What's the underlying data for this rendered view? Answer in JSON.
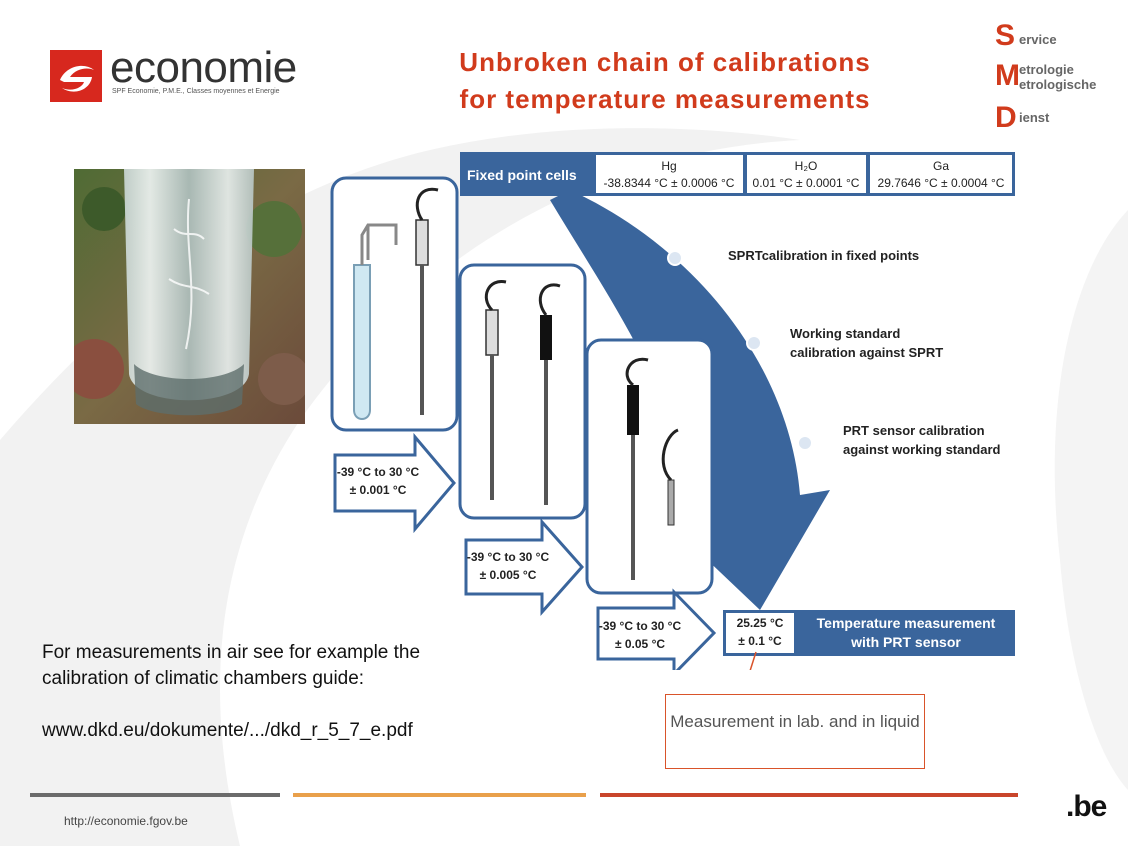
{
  "header": {
    "logo_word": "economie",
    "logo_sub": "SPF Economie, P.M.E., Classes moyennes et Energie",
    "title_line1": "Unbroken chain of calibrations",
    "title_line2": "for temperature measurements"
  },
  "smd_logo": [
    {
      "letter": "S",
      "word": "ervice"
    },
    {
      "letter": "M",
      "word": "etrologie\netrologische"
    },
    {
      "letter": "D",
      "word": "ienst"
    }
  ],
  "diagram": {
    "fixed_point_label": "Fixed point cells",
    "cells": [
      {
        "name": "Hg",
        "value": "-38.8344 °C ± 0.0006 °C"
      },
      {
        "name": "H₂O",
        "value": "0.01 °C ± 0.0001 °C"
      },
      {
        "name": "Ga",
        "value": "29.7646 °C ± 0.0004 °C"
      }
    ],
    "steps": [
      {
        "line1": "SPRTcalibration in fixed points",
        "line2": ""
      },
      {
        "line1": "Working standard",
        "line2": "calibration against SPRT"
      },
      {
        "line1": "PRT sensor calibration",
        "line2": "against working standard"
      }
    ],
    "ranges": [
      {
        "line1": "-39 °C to 30 °C",
        "line2": "± 0.001 °C"
      },
      {
        "line1": "-39 °C to 30 °C",
        "line2": "± 0.005 °C"
      },
      {
        "line1": "-39 °C to 30 °C",
        "line2": "± 0.05 °C"
      }
    ],
    "result_value_line1": "25.25 °C",
    "result_value_line2": "± 0.1 °C",
    "result_label_line1": "Temperature measurement",
    "result_label_line2": "with PRT sensor",
    "colors": {
      "blue": "#3a659c",
      "callout_border": "#d9532a"
    }
  },
  "note": {
    "line1": "For measurements in air see for example the",
    "line2": "calibration of climatic chambers guide:",
    "link": "www.dkd.eu/dokumente/.../dkd_r_5_7_e.pdf"
  },
  "callout": {
    "text": "Measurement in lab. and in liquid"
  },
  "footer": {
    "url": "http://economie.fgov.be",
    "be": ".be",
    "bar_colors": [
      "#6b6b6b",
      "#e9a04b",
      "#c9452b"
    ]
  }
}
